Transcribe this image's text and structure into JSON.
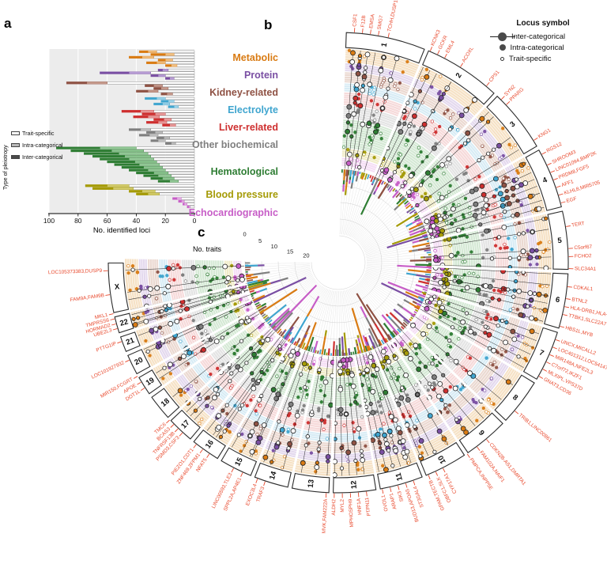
{
  "labels": {
    "a": "a",
    "b": "b",
    "c": "c"
  },
  "categories": [
    {
      "name": "Metabolic",
      "traits": 6,
      "dark": "#D97B13",
      "light": "#F0BE7E",
      "ring": "#F6E2C6"
    },
    {
      "name": "Protein",
      "traits": 4,
      "dark": "#7A4FA3",
      "light": "#B79CD4",
      "ring": "#E4D9EE"
    },
    {
      "name": "Kidney-related",
      "traits": 5,
      "dark": "#8F5244",
      "light": "#C4988A",
      "ring": "#EBD9D1"
    },
    {
      "name": "Electrolyte",
      "traits": 4,
      "dark": "#3FA5CF",
      "light": "#9CD2E7",
      "ring": "#D8ECF5"
    },
    {
      "name": "Liver-related",
      "traits": 6,
      "dark": "#CE2F2F",
      "light": "#E79A9A",
      "ring": "#F6DADA"
    },
    {
      "name": "Other biochemical",
      "traits": 6,
      "dark": "#7F7F7F",
      "light": "#BDBDBD",
      "ring": "#E4E4E4"
    },
    {
      "name": "Hematological",
      "traits": 13,
      "dark": "#2E7D33",
      "light": "#90C794",
      "ring": "#D5E9D5"
    },
    {
      "name": "Blood pressure",
      "traits": 4,
      "dark": "#A59B07",
      "light": "#D2CA6A",
      "ring": "#F0ECC8"
    },
    {
      "name": "Echocardiographic",
      "traits": 4,
      "dark": "#C75DC7",
      "light": "#E2A8E2",
      "ring": "#F5DEF5"
    }
  ],
  "chart_data": [
    {
      "type": "bar",
      "orientation": "horizontal-stacked",
      "xlabel": "No. identified loci",
      "xlim": [
        100,
        0
      ],
      "xticks": [
        100,
        80,
        60,
        40,
        20,
        0
      ],
      "legend_title": "Type of pleiotropy",
      "legend_items": [
        "Trait-specific",
        "Intra-categorical",
        "Inter-categorical"
      ],
      "stack_order": [
        "Trait-specific",
        "Intra-categorical",
        "Inter-categorical"
      ],
      "series": [
        {
          "category": "Metabolic",
          "bars": [
            [
              26,
              6,
              6
            ],
            [
              14,
              6,
              10
            ],
            [
              28,
              8,
              9
            ],
            [
              15,
              5,
              5
            ],
            [
              20,
              6,
              7
            ],
            [
              12,
              4,
              4
            ]
          ]
        },
        {
          "category": "Protein",
          "bars": [
            [
              18,
              4,
              3
            ],
            [
              30,
              15,
              20
            ],
            [
              20,
              5,
              5
            ],
            [
              14,
              3,
              3
            ]
          ]
        },
        {
          "category": "Kidney-related",
          "bars": [
            [
              60,
              14,
              14
            ],
            [
              22,
              6,
              6
            ],
            [
              18,
              5,
              5
            ],
            [
              25,
              7,
              8
            ],
            [
              15,
              4,
              4
            ]
          ]
        },
        {
          "category": "Electrolyte",
          "bars": [
            [
              20,
              6,
              8
            ],
            [
              14,
              4,
              5
            ],
            [
              17,
              5,
              6
            ],
            [
              11,
              3,
              4
            ]
          ]
        },
        {
          "category": "Liver-related",
          "bars": [
            [
              28,
              9,
              13
            ],
            [
              20,
              7,
              9
            ],
            [
              24,
              8,
              10
            ],
            [
              16,
              5,
              7
            ],
            [
              19,
              6,
              8
            ],
            [
              13,
              4,
              5
            ]
          ]
        },
        {
          "category": "Other biochemical",
          "bars": [
            [
              30,
              7,
              8
            ],
            [
              22,
              5,
              6
            ],
            [
              25,
              6,
              7
            ],
            [
              17,
              4,
              5
            ],
            [
              20,
              5,
              5
            ],
            [
              13,
              3,
              4
            ]
          ]
        },
        {
          "category": "Hematological",
          "bars": [
            [
              40,
              25,
              30
            ],
            [
              35,
              22,
              28
            ],
            [
              32,
              20,
              24
            ],
            [
              30,
              18,
              22
            ],
            [
              28,
              17,
              20
            ],
            [
              26,
              15,
              19
            ],
            [
              24,
              14,
              17
            ],
            [
              22,
              13,
              15
            ],
            [
              20,
              12,
              13
            ],
            [
              18,
              10,
              12
            ],
            [
              16,
              9,
              10
            ],
            [
              14,
              8,
              8
            ],
            [
              11,
              6,
              8
            ]
          ]
        },
        {
          "category": "Blood pressure",
          "bars": [
            [
              45,
              15,
              15
            ],
            [
              42,
              14,
              14
            ],
            [
              27,
              9,
              9
            ],
            [
              24,
              8,
              8
            ]
          ]
        },
        {
          "category": "Echocardiographic",
          "bars": [
            [
              9,
              3,
              3
            ],
            [
              7,
              2,
              2
            ],
            [
              5,
              2,
              1
            ],
            [
              3,
              1,
              1
            ]
          ]
        }
      ]
    },
    {
      "type": "circos-scatter",
      "start_angle": -88,
      "end_angle": 181,
      "gap_deg": 1.1,
      "seed": 42,
      "gene_label_color": "#E8482C",
      "legend": {
        "title": "Locus symbol",
        "items": [
          {
            "label": "Inter-categorical",
            "size": "large"
          },
          {
            "label": "Intra-categorical",
            "size": "medium"
          },
          {
            "label": "Trait-specific",
            "size": "small"
          }
        ]
      },
      "chromosomes": [
        {
          "name": "1",
          "mb": 249
        },
        {
          "name": "2",
          "mb": 243
        },
        {
          "name": "3",
          "mb": 198
        },
        {
          "name": "4",
          "mb": 190
        },
        {
          "name": "5",
          "mb": 182
        },
        {
          "name": "6",
          "mb": 171
        },
        {
          "name": "7",
          "mb": 159
        },
        {
          "name": "8",
          "mb": 146
        },
        {
          "name": "9",
          "mb": 141
        },
        {
          "name": "10",
          "mb": 134
        },
        {
          "name": "11",
          "mb": 135
        },
        {
          "name": "12",
          "mb": 133
        },
        {
          "name": "13",
          "mb": 115
        },
        {
          "name": "14",
          "mb": 107
        },
        {
          "name": "15",
          "mb": 102
        },
        {
          "name": "16",
          "mb": 90
        },
        {
          "name": "17",
          "mb": 83
        },
        {
          "name": "18",
          "mb": 80
        },
        {
          "name": "19",
          "mb": 59
        },
        {
          "name": "20",
          "mb": 63
        },
        {
          "name": "21",
          "mb": 48
        },
        {
          "name": "22",
          "mb": 51
        },
        {
          "name": "X",
          "mb": 155
        }
      ],
      "gene_labels": [
        {
          "t": "CSF1",
          "a": -86
        },
        {
          "t": "F12B",
          "a": -84
        },
        {
          "t": "EMSA",
          "a": -82
        },
        {
          "t": "SMG7",
          "a": -80
        },
        {
          "t": "TCHH,DUSP12",
          "a": -77.5
        },
        {
          "t": "KCNK3",
          "a": -66.5
        },
        {
          "t": "GCKR",
          "a": -64.5
        },
        {
          "t": "EML4",
          "a": -62.5
        },
        {
          "t": "ACOXL",
          "a": -58
        },
        {
          "t": "CPS1",
          "a": -50
        },
        {
          "t": "SYN2",
          "a": -45
        },
        {
          "t": "PPARG",
          "a": -43.2
        },
        {
          "t": "KNG1",
          "a": -32
        },
        {
          "t": "RGS12",
          "a": -28
        },
        {
          "t": "SHROOM3",
          "a": -25
        },
        {
          "t": "LINC01094,BMP2K",
          "a": -23
        },
        {
          "t": "PRDM8,FGF5",
          "a": -21
        },
        {
          "t": "AFF1",
          "a": -19
        },
        {
          "t": "KLHL8,MIR5705",
          "a": -17
        },
        {
          "t": "EGF",
          "a": -15
        },
        {
          "t": "TERT",
          "a": -9
        },
        {
          "t": "C5orf67",
          "a": -3.5
        },
        {
          "t": "FCHO2",
          "a": -1.5
        },
        {
          "t": "SLC34A1",
          "a": 1.5
        },
        {
          "t": "CDKAL1",
          "a": 6
        },
        {
          "t": "BTNL2",
          "a": 9
        },
        {
          "t": "HLA-DRB1,HLA-DQA1",
          "a": 11
        },
        {
          "t": "TTBK1,SLC22A7",
          "a": 13
        },
        {
          "t": "HBS1L,MYB",
          "a": 16
        },
        {
          "t": "UNCX,MICALL2",
          "a": 19.5
        },
        {
          "t": "LOC401312,LOC541472",
          "a": 21.5
        },
        {
          "t": "MIR148A,NFE2L3",
          "a": 23.5
        },
        {
          "t": "C7orf72,IKZF1",
          "a": 25.5
        },
        {
          "t": "MLXIPL,VPS37D",
          "a": 27.5
        },
        {
          "t": "GNAT3,CD36",
          "a": 29.5
        },
        {
          "t": "TRIB1,LINC00861",
          "a": 40
        },
        {
          "t": "CDKN2B-AS1,DMRTA1",
          "a": 50
        },
        {
          "t": "FAM102A,NAIF1",
          "a": 53
        },
        {
          "t": "PMPCA,INPP5E",
          "a": 56
        },
        {
          "t": "CYP17A1",
          "a": 63
        },
        {
          "t": "OBFC1,SLK",
          "a": 65
        },
        {
          "t": "GPAM,TECTB",
          "a": 67
        },
        {
          "t": "ST3GAL4",
          "a": 71
        },
        {
          "t": "BUD13,APOA5",
          "a": 73
        },
        {
          "t": "SIK3",
          "a": 75
        },
        {
          "t": "ARAP1",
          "a": 77
        },
        {
          "t": "OVOL1",
          "a": 79
        },
        {
          "t": "PTPN11",
          "a": 83
        },
        {
          "t": "HNF1A",
          "a": 85
        },
        {
          "t": "MPHOSPH9",
          "a": 87
        },
        {
          "t": "MYL2",
          "a": 89
        },
        {
          "t": "ALDH2",
          "a": 91
        },
        {
          "t": "MVK,FAM222A",
          "a": 93
        },
        {
          "t": "TRAF3",
          "a": 108.5
        },
        {
          "t": "EXOC3L4",
          "a": 110.5
        },
        {
          "t": "SPPL2A,AP4E1",
          "a": 114.5
        },
        {
          "t": "LINC00593,TLE3",
          "a": 117
        },
        {
          "t": "NFAT5",
          "a": 124
        },
        {
          "t": "ZNF469,ZFPM1",
          "a": 126
        },
        {
          "t": "PIEZO1,CDT1",
          "a": 128
        },
        {
          "t": "PSMD3,CSF3",
          "a": 132.5
        },
        {
          "t": "TNFRSF13B",
          "a": 134
        },
        {
          "t": "BCAS3",
          "a": 135.5
        },
        {
          "t": "TMC6",
          "a": 137
        },
        {
          "t": "DOT1L",
          "a": 147.1
        },
        {
          "t": "APOE",
          "a": 148.8
        },
        {
          "t": "MIR150,FCGRT",
          "a": 150.5
        },
        {
          "t": "LOC101927932",
          "a": 155
        },
        {
          "t": "PTTG1IP",
          "a": 160
        },
        {
          "t": "UBE2L3",
          "a": 163.4
        },
        {
          "t": "HORMAD2",
          "a": 164.6
        },
        {
          "t": "TMPRSS6",
          "a": 165.9
        },
        {
          "t": "MKL1",
          "a": 167.2
        },
        {
          "t": "FAM9A,FAM9B",
          "a": 172
        },
        {
          "t": "LOC105373383,DUSP9",
          "a": 178
        }
      ],
      "extra_line_angles": [
        -74,
        -58,
        -36,
        -19,
        -12,
        3,
        9,
        35,
        44,
        47,
        59,
        70,
        96,
        100,
        105,
        114,
        120,
        125,
        141,
        156,
        163,
        170
      ]
    },
    {
      "type": "circular-bar",
      "axis_label": "No. traits",
      "ticks": [
        0,
        5,
        10,
        15,
        20
      ],
      "max": 20,
      "direction": "inward"
    }
  ]
}
